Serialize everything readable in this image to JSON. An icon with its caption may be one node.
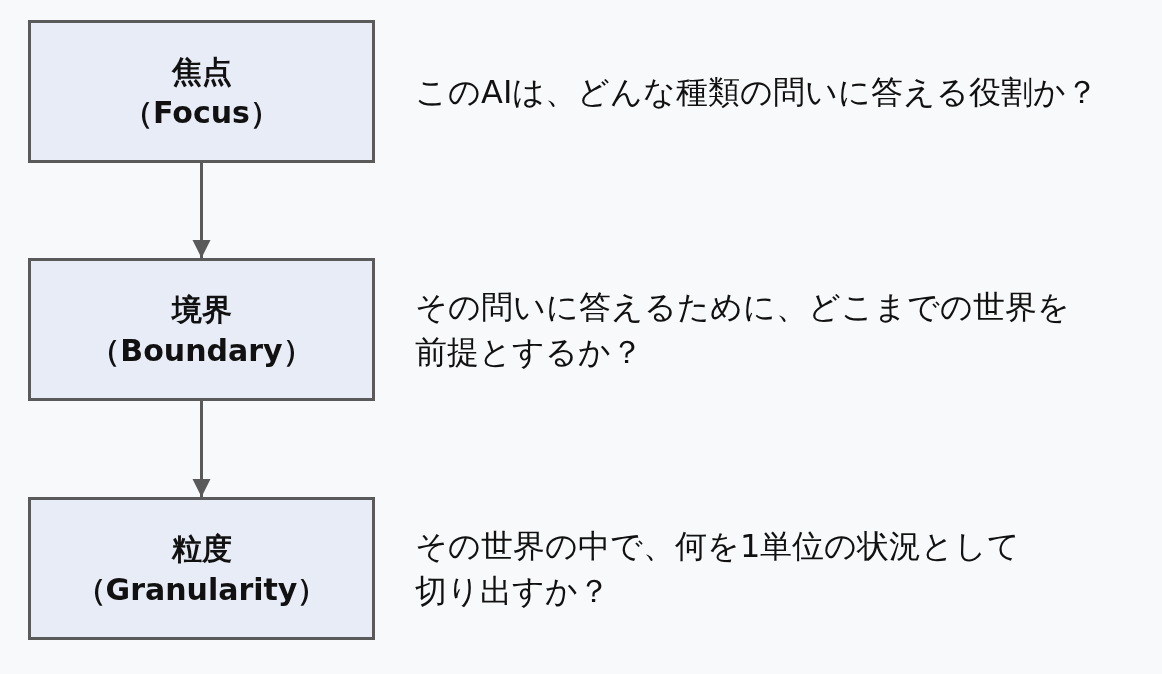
{
  "diagram": {
    "nodes": [
      {
        "text": [
          "焦点",
          "（Focus）"
        ],
        "beside": [
          "このAIは、どんな種類の問いに答える役割か？"
        ]
      },
      {
        "text": [
          "境界",
          "（Boundary）"
        ],
        "beside": [
          "その問いに答えるために、どこまでの世界を前提とするか？"
        ]
      },
      {
        "text": [
          "粒度",
          "（Granularity）"
        ],
        "beside": [
          "その世界の中で、何を1単位の状況として切り出すか？"
        ]
      }
    ],
    "edges": [
      {
        "from": 0,
        "to": 1,
        "arrow": "to"
      },
      {
        "from": 1,
        "to": 2,
        "arrow": "to"
      }
    ]
  }
}
